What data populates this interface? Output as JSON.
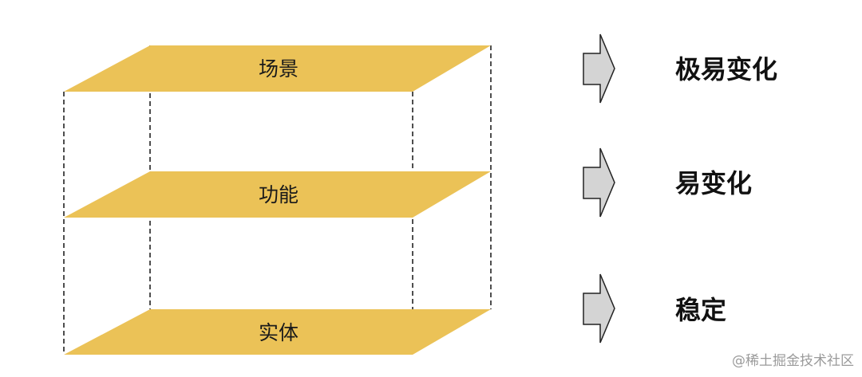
{
  "colors": {
    "plane_fill": "#EBC257",
    "arrow_fill": "#D4D4D4",
    "edge": "#222222",
    "watermark": "#9A9A9A"
  },
  "layers": [
    {
      "label": "场景",
      "stability": "极易变化"
    },
    {
      "label": "功能",
      "stability": "易变化"
    },
    {
      "label": "实体",
      "stability": "稳定"
    }
  ],
  "arrow_icon": "chevron-arrow-right-icon",
  "watermark": "@稀土掘金技术社区"
}
